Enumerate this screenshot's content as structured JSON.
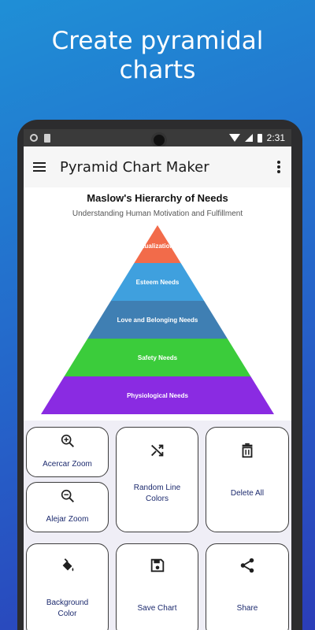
{
  "headline": {
    "line1": "Create pyramidal",
    "line2": "charts"
  },
  "status": {
    "time": "2:31"
  },
  "appbar": {
    "title": "Pyramid Chart Maker"
  },
  "chart_data": {
    "type": "pyramid",
    "title": "Maslow's Hierarchy of Needs",
    "subtitle": "Understanding Human Motivation and Fulfillment",
    "levels": [
      {
        "name": "Self-Actualization Needs",
        "color": "#f26b4a"
      },
      {
        "name": "Esteem Needs",
        "color": "#3fa0de"
      },
      {
        "name": "Love and Belonging Needs",
        "color": "#3f7fb3"
      },
      {
        "name": "Safety Needs",
        "color": "#3bcc3b"
      },
      {
        "name": "Physiological Needs",
        "color": "#8a2be2"
      }
    ]
  },
  "buttons": {
    "zoom_in": "Acercar Zoom",
    "zoom_out": "Alejar Zoom",
    "random_colors": [
      "Random Line",
      "Colors"
    ],
    "delete_all": "Delete All",
    "background_color": [
      "Background",
      "Color"
    ],
    "save_chart": "Save Chart",
    "share": "Share"
  }
}
